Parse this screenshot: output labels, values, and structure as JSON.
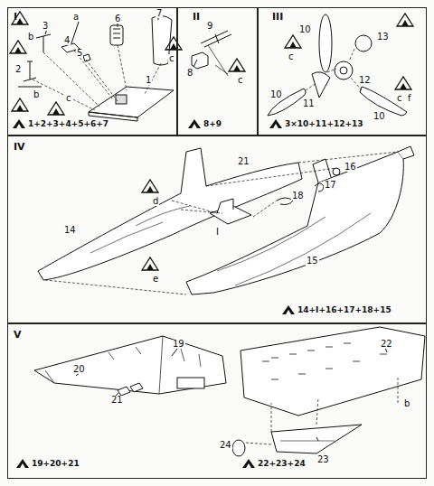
{
  "diagram": {
    "nodes": [
      {
        "text": [
          "I",
          "1+2+3+4+5+6+7"
        ]
      },
      {
        "text": [
          "II",
          "8+9"
        ]
      },
      {
        "text": [
          "III",
          "3×10+11+12+13"
        ]
      },
      {
        "text": [
          "IV",
          "14+I+16+17+18+15"
        ]
      },
      {
        "text": [
          "V",
          "19+20+21",
          "22+23+24"
        ]
      }
    ],
    "labels": [
      "a",
      "6",
      "7",
      "3",
      "b",
      "4",
      "5",
      "2",
      "b",
      "c",
      "c",
      "1",
      "9",
      "8",
      "c",
      "10",
      "c",
      "13",
      "12",
      "11",
      "10",
      "10",
      "c",
      "f",
      "d",
      "21",
      "16",
      "17",
      "18",
      "14",
      "I",
      "e",
      "15",
      "19",
      "20",
      "21",
      "22",
      "b",
      "24",
      "23"
    ]
  }
}
